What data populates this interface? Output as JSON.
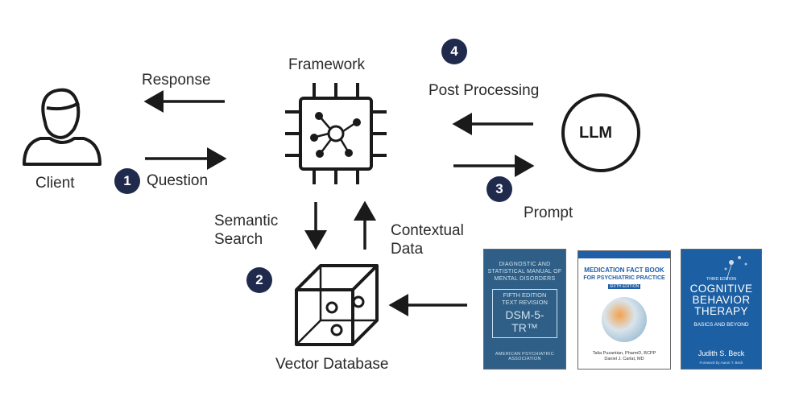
{
  "labels": {
    "client": "Client",
    "response": "Response",
    "question": "Question",
    "framework": "Framework",
    "post_processing": "Post Processing",
    "llm": "LLM",
    "prompt": "Prompt",
    "semantic_search": "Semantic Search",
    "contextual_data": "Contextual Data",
    "vector_database": "Vector Database"
  },
  "steps": [
    "1",
    "2",
    "3",
    "4"
  ],
  "books": [
    {
      "top": "DIAGNOSTIC AND STATISTICAL MANUAL OF MENTAL DISORDERS",
      "edition": "FIFTH EDITION",
      "edition2": "TEXT REVISION",
      "title": "DSM-5-TR™",
      "publisher": "AMERICAN PSYCHIATRIC ASSOCIATION"
    },
    {
      "title": "MEDICATION FACT BOOK",
      "subtitle": "FOR PSYCHIATRIC PRACTICE",
      "edition": "SIXTH EDITION",
      "authors": "Talia Puzantian, PharmD, BCPP",
      "authors2": "Daniel J. Carlat, MD"
    },
    {
      "edition": "THIRD EDITION",
      "title": "COGNITIVE BEHAVIOR THERAPY",
      "subtitle": "BASICS AND BEYOND",
      "author": "Judith S. Beck",
      "foreword": "Foreword by Aaron T. Beck"
    }
  ],
  "colors": {
    "badge": "#1f2a4d",
    "stroke": "#1a1a1a",
    "dsm_cover": "#2f5f86",
    "cbt_cover": "#1c5fa3",
    "med_accent": "#1f5fa8"
  }
}
